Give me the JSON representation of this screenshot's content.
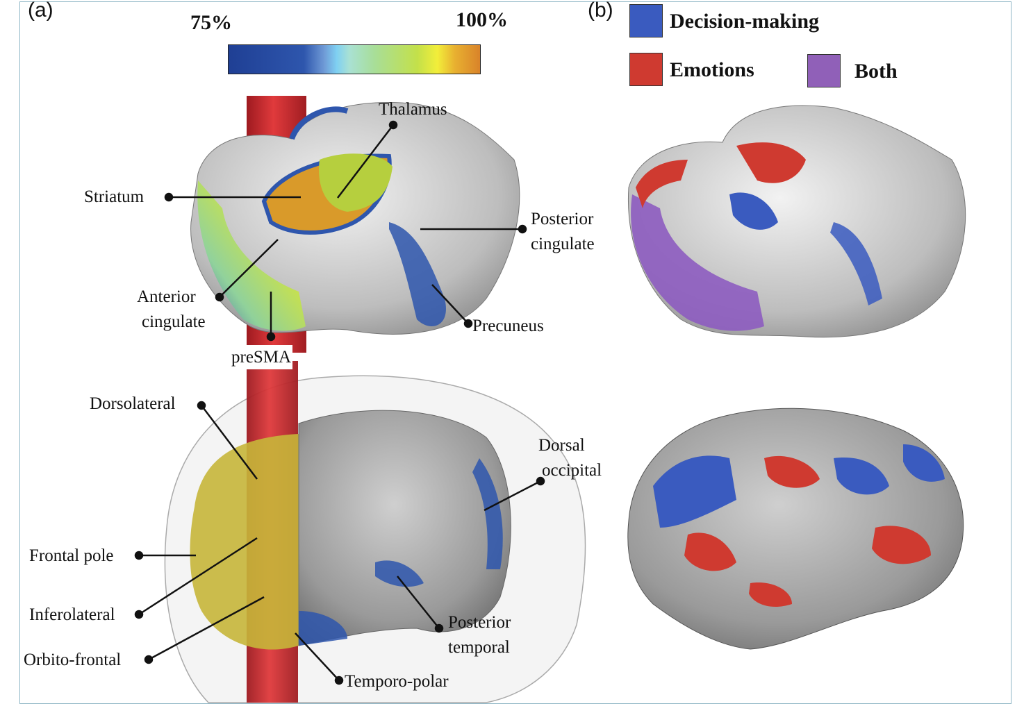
{
  "panels": {
    "a": {
      "label": "(a)",
      "colorbar": {
        "min_label": "75%",
        "max_label": "100%",
        "stops": [
          "#1f3f94",
          "#2e56ad",
          "#7fcff0",
          "#a7e0cc",
          "#c6e24a",
          "#f2ee3a",
          "#d9832a"
        ]
      },
      "medial_view_labels": {
        "thalamus": "Thalamus",
        "striatum": "Striatum",
        "posterior_cingulate_1": "Posterior",
        "posterior_cingulate_2": "cingulate",
        "anterior_cingulate_1": "Anterior",
        "anterior_cingulate_2": "cingulate",
        "precuneus": "Precuneus",
        "presma": "preSMA"
      },
      "lateral_view_labels": {
        "dorsolateral": "Dorsolateral",
        "frontal_pole": "Frontal pole",
        "inferolateral": "Inferolateral",
        "orbito_frontal": "Orbito-frontal",
        "dorsal_occipital_1": "Dorsal",
        "dorsal_occipital_2": "occipital",
        "posterior_temporal_1": "Posterior",
        "posterior_temporal_2": "temporal",
        "temporo_polar": "Temporo-polar"
      }
    },
    "b": {
      "label": "(b)",
      "legend": [
        {
          "label": "Decision-making",
          "color": "#3a5bbf"
        },
        {
          "label": "Emotions",
          "color": "#cf3a30"
        },
        {
          "label": "Both",
          "color": "#9060b8"
        }
      ]
    }
  },
  "colors": {
    "frame": "#8fb7c6",
    "cylinder": "#cc2a2e",
    "cortex": "#b8b8b8",
    "decision": "#3a5bbf",
    "emotion": "#cf3a30",
    "both": "#9060b8"
  }
}
